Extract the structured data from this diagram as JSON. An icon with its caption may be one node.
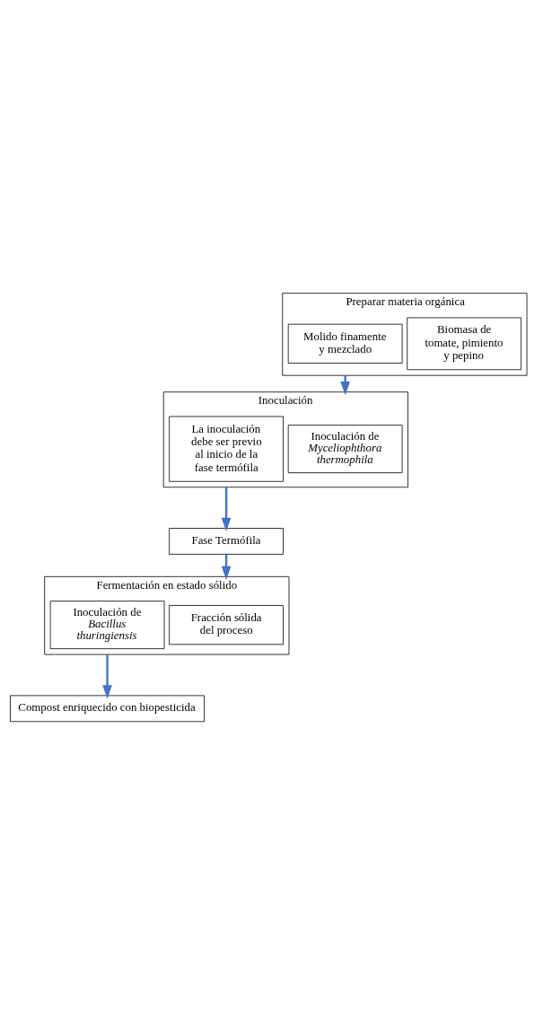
{
  "diagram": {
    "nodes": [
      {
        "text": [
          "Preparar materia orgánica"
        ]
      },
      {
        "text": [
          "Biomasa de tomate, pimiento y pepino"
        ],
        "in": 0
      },
      {
        "text": [
          "Molido finamente y mezclado"
        ],
        "in": 0
      },
      {
        "text": [
          "Inoculación"
        ]
      },
      {
        "text": [
          "Inoculación de *Myceliophthora thermophila*"
        ],
        "in": 3
      },
      {
        "text": [
          "La inoculación debe ser previo al inicio de la fase termófila"
        ],
        "in": 3
      },
      {
        "text": [
          "Fase Termófila"
        ]
      },
      {
        "text": [
          "Fermentación en estado sólido"
        ]
      },
      {
        "text": [
          "Fracción sólida del proceso"
        ],
        "in": 7
      },
      {
        "text": [
          "Inoculación de *Bacillus thuringiensis*"
        ],
        "in": 7
      },
      {
        "text": [
          "Compost enriquecido con biopesticida"
        ]
      }
    ],
    "edges": [
      {
        "from": 0,
        "to": 3,
        "arrow": "to"
      },
      {
        "from": 3,
        "to": 6,
        "arrow": "to"
      },
      {
        "from": 6,
        "to": 7,
        "arrow": "to"
      },
      {
        "from": 7,
        "to": 10,
        "arrow": "to"
      }
    ]
  }
}
